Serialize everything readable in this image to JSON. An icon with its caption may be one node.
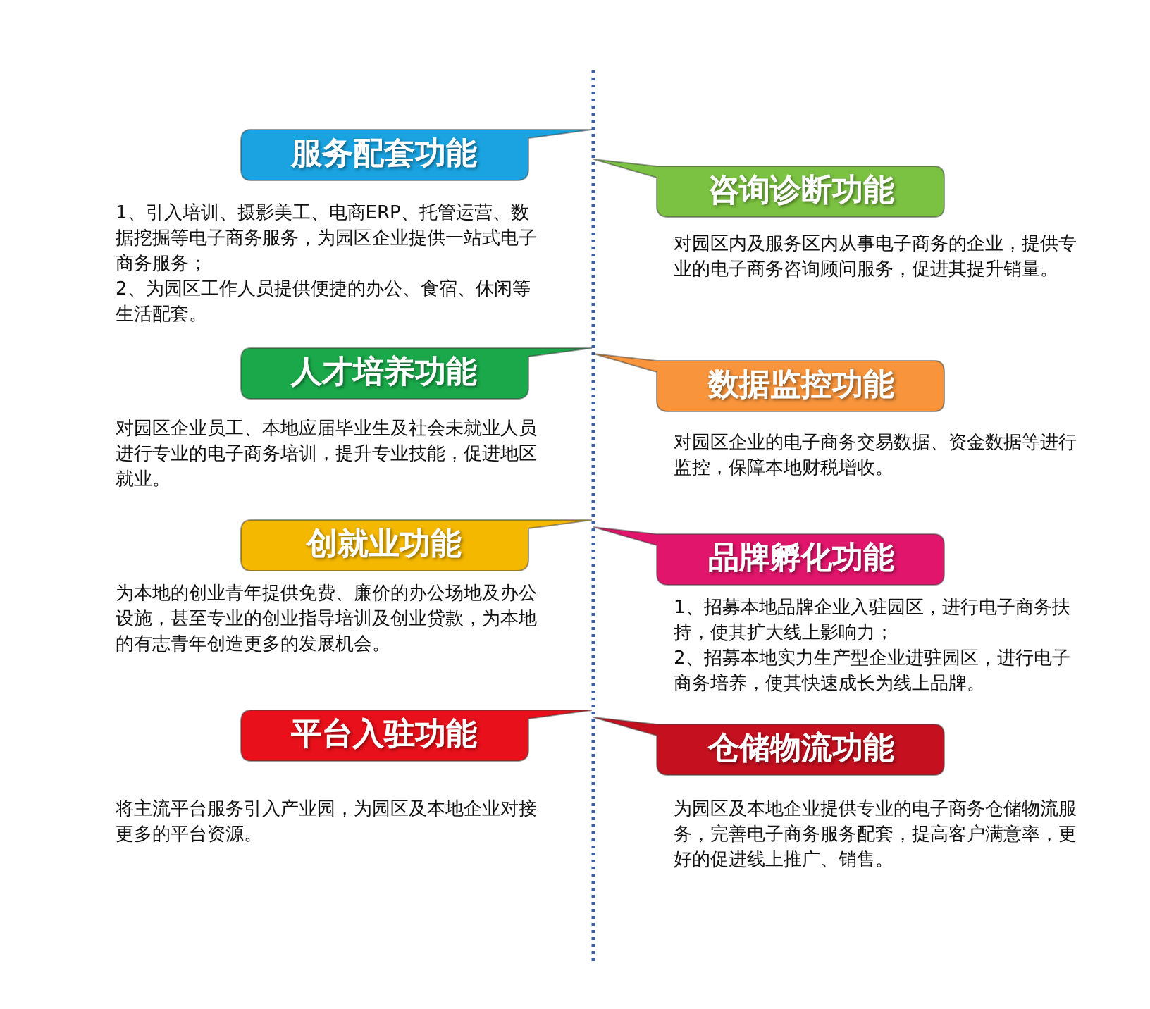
{
  "diagram": {
    "nodes": [
      {
        "text": [
          "服务配套功能"
        ],
        "beside": [
          "1、引入培训、摄影美工、电商ERP、托管运营、数据挖掘等电子商务服务，为园区企业提供一站式电子商务服务；",
          "2、为园区工作人员提供便捷的办公、食宿、休闲等生活配套。"
        ]
      },
      {
        "text": [
          "咨询诊断功能"
        ],
        "beside": [
          "对园区内及服务区内从事电子商务的企业，提供专业的电子商务咨询顾问服务，促进其提升销量。"
        ]
      },
      {
        "text": [
          "人才培养功能"
        ],
        "beside": [
          "对园区企业员工、本地应届毕业生及社会未就业人员进行专业的电子商务培训，提升专业技能，促进地区就业。"
        ]
      },
      {
        "text": [
          "数据监控功能"
        ],
        "beside": [
          "对园区企业的电子商务交易数据、资金数据等进行监控，保障本地财税增收。"
        ]
      },
      {
        "text": [
          "创就业功能"
        ],
        "beside": [
          "为本地的创业青年提供免费、廉价的办公场地及办公设施，甚至专业的创业指导培训及创业贷款，为本地的有志青年创造更多的发展机会。"
        ]
      },
      {
        "text": [
          "品牌孵化功能"
        ],
        "beside": [
          "1、招募本地品牌企业入驻园区，进行电子商务扶持，使其扩大线上影响力；",
          "2、招募本地实力生产型企业进驻园区，进行电子商务培养，使其快速成长为线上品牌。"
        ]
      },
      {
        "text": [
          "平台入驻功能"
        ],
        "beside": [
          "将主流平台服务引入产业园，为园区及本地企业对接更多的平台资源。"
        ]
      },
      {
        "text": [
          "仓储物流功能"
        ],
        "beside": [
          "为园区及本地企业提供专业的电子商务仓储物流服务，完善电子商务服务配套，提高客户满意率，更好的促进线上推广、销售。"
        ]
      }
    ]
  }
}
